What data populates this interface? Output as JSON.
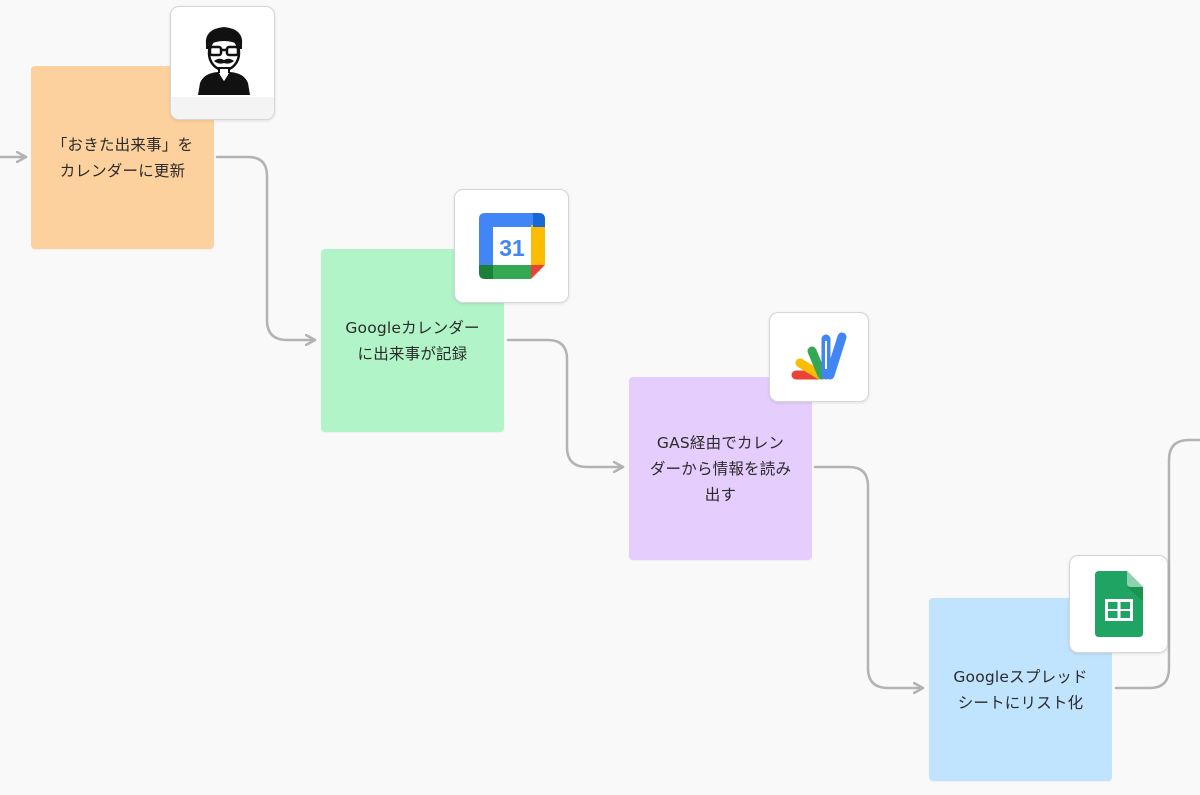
{
  "flow": {
    "steps": [
      {
        "label_line1": "「おきた出来事」を",
        "label_line2": "カレンダーに更新",
        "color": "#fdd19e",
        "icon": "person-mustache-icon"
      },
      {
        "label_line1": "Googleカレンダー",
        "label_line2": "に出来事が記録",
        "color": "#b1f4c7",
        "icon": "google-calendar-icon"
      },
      {
        "label_line1": "GAS経由でカレン",
        "label_line2": "ダーから情報を読み",
        "label_line3": "出す",
        "color": "#e5cdfd",
        "icon": "google-apps-script-icon"
      },
      {
        "label_line1": "Googleスプレッド",
        "label_line2": "シートにリスト化",
        "color": "#c0e3fe",
        "icon": "google-sheets-icon"
      }
    ],
    "calendar_day": "31",
    "connector_color": "#b3b3b3"
  }
}
